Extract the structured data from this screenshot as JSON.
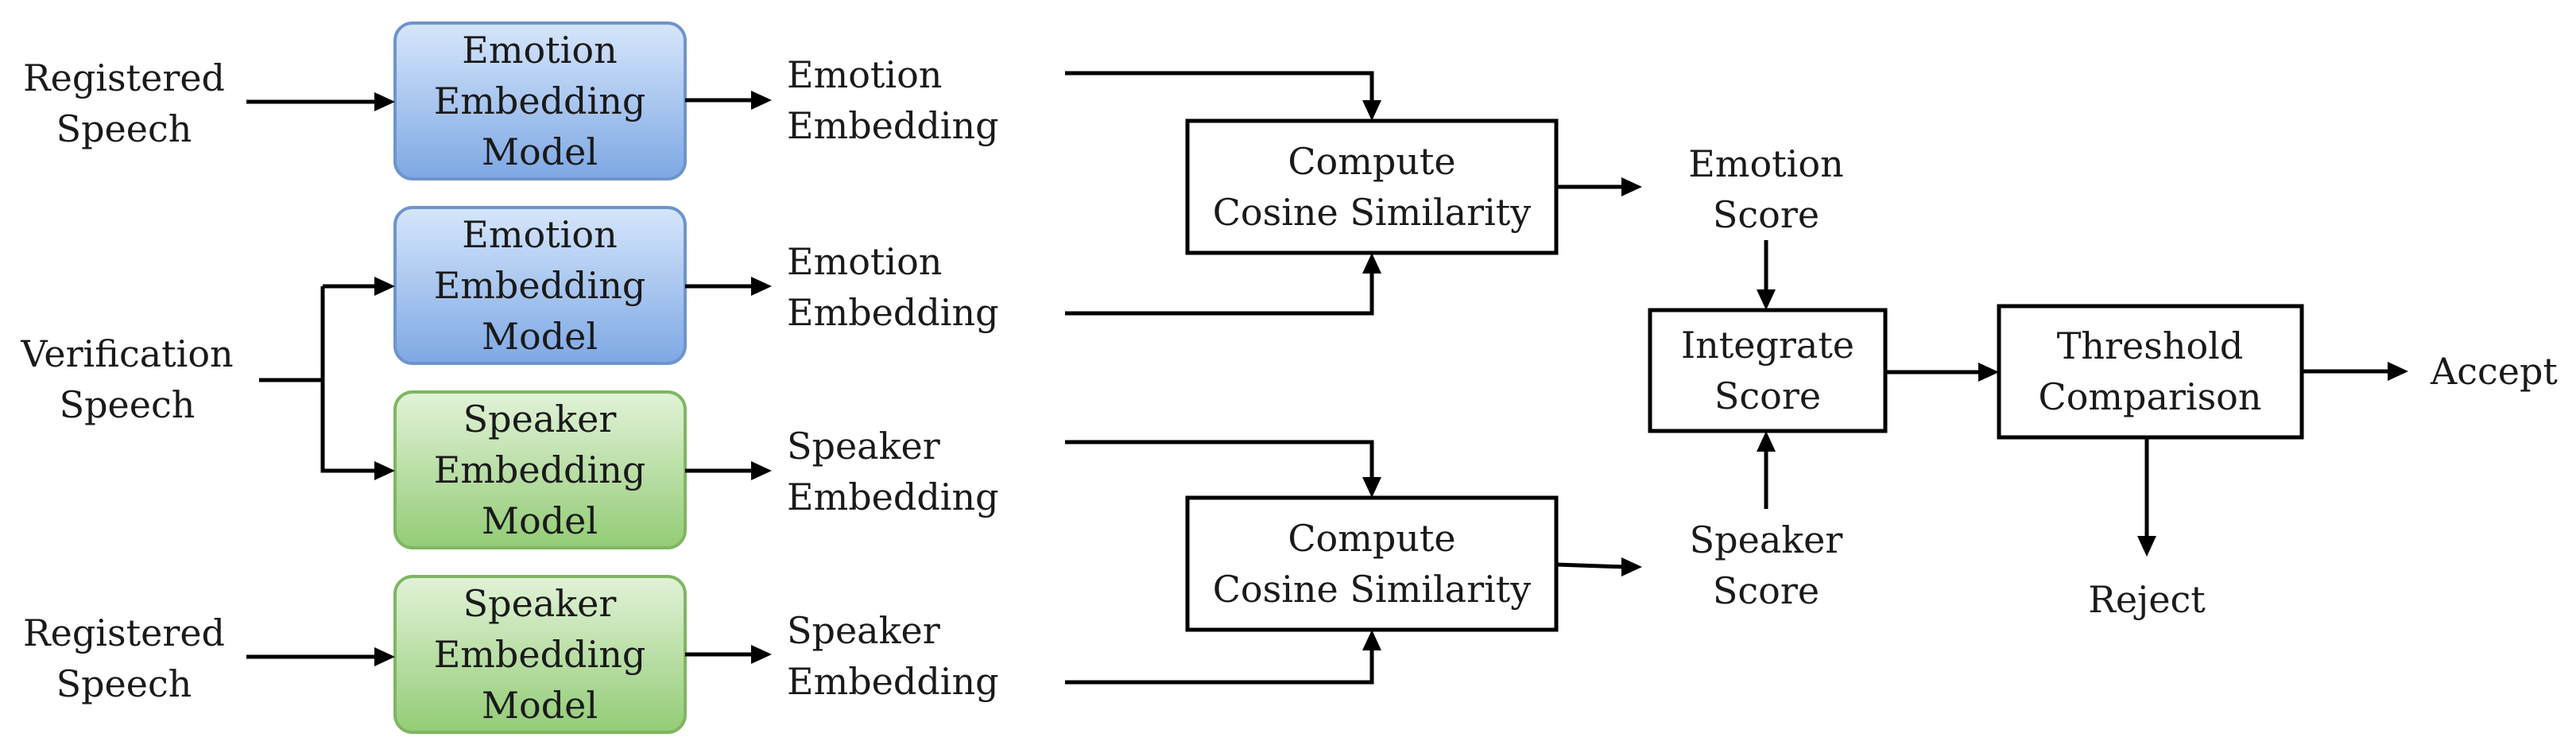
{
  "inputs": {
    "registered_top": [
      "Registered",
      "Speech"
    ],
    "verification": [
      "Verification",
      "Speech"
    ],
    "registered_bottom": [
      "Registered",
      "Speech"
    ]
  },
  "models": {
    "emotion_1": [
      "Emotion",
      "Embedding",
      "Model"
    ],
    "emotion_2": [
      "Emotion",
      "Embedding",
      "Model"
    ],
    "speaker_1": [
      "Speaker",
      "Embedding",
      "Model"
    ],
    "speaker_2": [
      "Speaker",
      "Embedding",
      "Model"
    ]
  },
  "embeddings": {
    "emotion_1": [
      "Emotion",
      "Embedding"
    ],
    "emotion_2": [
      "Emotion",
      "Embedding"
    ],
    "speaker_1": [
      "Speaker",
      "Embedding"
    ],
    "speaker_2": [
      "Speaker",
      "Embedding"
    ]
  },
  "cosine": {
    "top": [
      "Compute",
      "Cosine Similarity"
    ],
    "bottom": [
      "Compute",
      "Cosine Similarity"
    ]
  },
  "scores": {
    "emotion": [
      "Emotion",
      "Score"
    ],
    "speaker": [
      "Speaker",
      "Score"
    ]
  },
  "integrate": [
    "Integrate",
    "Score"
  ],
  "threshold": [
    "Threshold",
    "Comparison"
  ],
  "outcomes": {
    "accept": "Accept",
    "reject": "Reject"
  },
  "colors": {
    "emotion_fill_top": "#d6e6fb",
    "emotion_fill_bottom": "#7ea8e4",
    "emotion_stroke": "#6f94cc",
    "speaker_fill_top": "#e2f2d8",
    "speaker_fill_bottom": "#93cc76",
    "speaker_stroke": "#7fb662",
    "line": "#000000"
  }
}
